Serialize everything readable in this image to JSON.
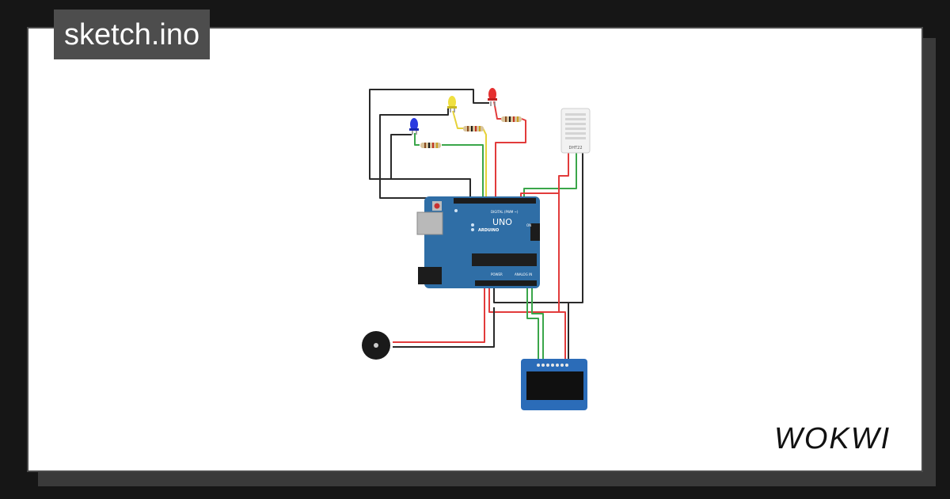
{
  "title": "sketch.ino",
  "brand": "WOKWI",
  "components": {
    "arduino": {
      "model": "UNO",
      "brand": "ARDUINO",
      "digital_label": "DIGITAL (PWM ~)",
      "power_label": "POWER",
      "analog_label": "ANALOG IN",
      "on_label": "ON"
    },
    "dht": {
      "label": "DHT22"
    },
    "leds": [
      {
        "color": "red"
      },
      {
        "color": "yellow"
      },
      {
        "color": "blue"
      }
    ],
    "resistors": 3,
    "buzzer": "buzzer",
    "oled": "OLED display"
  },
  "colors": {
    "background": "#161616",
    "card": "#ffffff",
    "title_bg": "#4d4d4d",
    "board": "#2f6ea6",
    "wire_red": "#e23b3b",
    "wire_black": "#2a2a2a",
    "wire_green": "#3aa64a",
    "wire_yellow": "#e6d23a"
  }
}
